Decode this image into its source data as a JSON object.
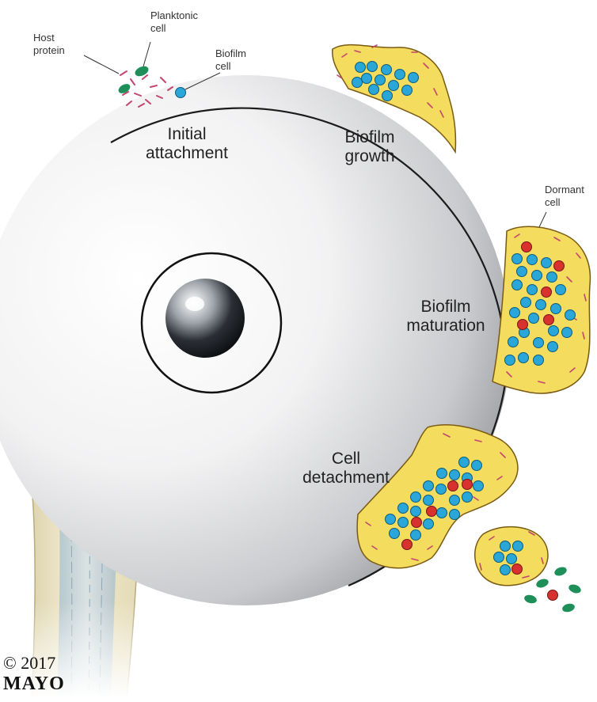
{
  "labels": {
    "host_protein": "Host protein",
    "planktonic_cell": "Planktonic cell",
    "biofilm_cell": "Biofilm cell",
    "dormant_cell": "Dormant cell",
    "stage_initial": "Initial attachment",
    "stage_growth": "Biofilm growth",
    "stage_maturation": "Biofilm maturation",
    "stage_detachment": "Cell detachment"
  },
  "copyright": {
    "year": "© 2017",
    "brand": "MAYO"
  },
  "colors": {
    "biofilm_cell": "#2aa6d8",
    "dormant_cell": "#d8322f",
    "planktonic_cell": "#1f8f5a",
    "host_protein": "#c2466e",
    "matrix_fill": "#f3dc5e",
    "matrix_edge": "#7a5a12",
    "bone": "#eee6c6",
    "implant": "#c7c9cc"
  }
}
